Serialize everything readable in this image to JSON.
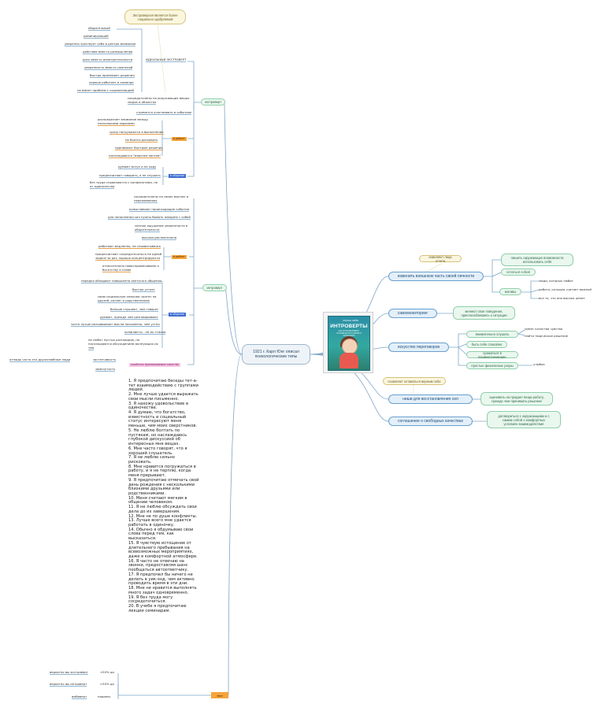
{
  "root": "1921 г. Карл Юнг описал психологические типы",
  "extravert": {
    "branch": "экстраверт",
    "callout": "Экстраверсия является более социально одобряемой",
    "ideal_label": "ИДЕАЛЬНЫЙ ЭКСТРАВЕРТ",
    "ideal_items": [
      "общительный",
      "доминирующий",
      "уверенно чувствует себя в центре внимания",
      "действие вместо размышления",
      "риск вместо осмотрительности",
      "уверенность вместо сомнений",
      "быстро принимает решения",
      "хорошо работает в команде",
      "не имеет проблем с социализацией"
    ],
    "focus": [
      "сосредоточены на окружающих вещах",
      "людях и объектах"
    ],
    "fast": "стремятся участвовать в событиях",
    "work_label": "в работе",
    "work_items": [
      "распределяет внимание между",
      "несколькими задачами",
      "сразу погружаются в выполнение",
      "не боятся рисковать",
      "принимают быстрые решения",
      "наслаждаются \"азартом погони\""
    ],
    "comm_label": "в общении",
    "comm_items": [
      "думают вслух и на ходу",
      "предпочитают говорить, а не слушать",
      "без труда справляются с конфликтами, не",
      "от одиночества"
    ]
  },
  "introvert": {
    "branch": "интроверт",
    "top_items": [
      "сосредоточены на своих мыслях и",
      "переживаниях",
      "осмысливают происходящие события",
      "для пополнения сил нужно бывать наедине с собой",
      "личное ощущение уверенности в",
      "общительности",
      "высокочувствительна"
    ],
    "work_label": "в работе",
    "work_items": [
      "работают медленно, не спохватываясь",
      "предпочитают сосредоточиться на одной",
      "задаче за раз, хорошо концентрируются",
      "относительно невосприимчивыми к",
      "богатству и славе"
    ],
    "comm_label": "в общении",
    "comm_items": [
      "передко обладают повышенно светского общения",
      "быстро устает",
      "свою социальную энергию тратят на",
      "друзей, коллег и родственников",
      "больше слушают, чем говорят",
      "думают, прежде чем разговаривают",
      "часто лучше разъявывают мысли письменно, чем устно",
      "конфликты - не их стихия",
      "не любят пустых разговоров, но",
      "наслаждаются обсуждением волнующих их",
      "тем"
    ],
    "quality_label": "ошибочно приписываемые качества",
    "quality_items": [
      "застенчивость",
      "замкнутость"
    ],
    "left_note": "отнюдь часто это дружелюбные люди"
  },
  "right": {
    "callout1": "изменяют лица отчета",
    "b_change": "изменить внешнюю часть своей личности",
    "change_items": [
      "лишить окружающих возможности",
      "использовать себя",
      "остаться собой",
      "мотивы"
    ],
    "motives": [
      "люди, которых любит",
      "работа, которую считает важной",
      "все то, что оно высоко ценит"
    ],
    "b_selfmon": "самомониторинг",
    "selfmon_item": [
      "меняют свое поведение,",
      "приспосабливаясь к ситуации"
    ],
    "b_negot": "искусство переговоров",
    "negot_items": [
      "внимательно слушать",
      "быть себе спокойно",
      "сражаться в взаимопонимание",
      "простые физические узоры"
    ],
    "negot_sub": [
      "умеет качества чувства",
      "найти творческое решение",
      "улыбка"
    ],
    "callout2": "позволяет оставаться верным себе",
    "b_niche": "ниши для восстановления сил",
    "niche_item": [
      "оценивать на продает вещи работу,",
      "прежде чем принимать решения"
    ],
    "b_agree": "соглашение о свободных качествах",
    "agree_item": [
      "договориться с окружающими и с",
      "самим собой о комфортных",
      "условиях взаимодействия"
    ]
  },
  "book": {
    "top": "СЮЗАН КЕЙН",
    "title": "ИНТРОВЕРТЫ",
    "subtitle": "КАК ИСПОЛЬЗОВАТЬ ОСОБЕННОСТИ СВОЕГО ХАРАКТЕРА"
  },
  "questions": "1. Я предпочитаю беседы тет-а-тет взаимодействию с группами людей.\n2. Мне лучше удается выражать свои мысли письменно.\n3. Я нахожу удовольствие в одиночестве.\n4. Я думаю, что богатство, известность и социальный статус интересуют меня меньше, чем моих сверстников.\n5. Не люблю болтать по пустякам, но наслаждаюсь глубокой дискуссией об интересных мне вещах.\n6. Мне часто говорят, что я хороший слушатель.\n7. Я не люблю сильно рисковать.\n8. Мне нравится погружаться в работу, и я не терплю, когда меня прерывают.\n9. Я предпочитаю отмечать свой день рождения с несколькими близкими друзьями или родственниками.\n10. Меня считают мягким в общении человеком.\n11. Я не люблю обсуждать свои дела до их завершения.\n12. Мне не по душе конфликты.\n13. Лучше всего мне удается работать в одиночку.\n14. Обычно я обдумываю свои слова перед тем, как высказаться.\n15. Я чувствую истощение от длительного пребывания на всевозможных мероприятиях, даже в комфортной атмосфере.\n16. Я часто не отвечаю на звонки, предоставляя шанс пообщаться автоответчику.\n17. Я предпочел бы ничего не делать в уик-энд, чем активно проводить время в эти дни.\n18. Мне не нравится выполнять много задач одновременно.\n19. Я без труда могу сосредоточиться.\n20. В учебе я предпочитаю лекции семинарам.",
  "test": {
    "label": "тест",
    "rows": [
      {
        "a": "вероятно вы экстраверт",
        "b": "<50% да"
      },
      {
        "a": "вероятно вы интроверт",
        "b": ">50% да"
      },
      {
        "a": "амбиверт",
        "b": "поровну"
      }
    ]
  },
  "colors": {
    "blue": "#6aa0cf",
    "green": "#8fcfa9",
    "orange": "#f6a43a",
    "navy": "#3f6fd1",
    "pink": "#f6c6e6",
    "gold": "#d7c27a"
  }
}
